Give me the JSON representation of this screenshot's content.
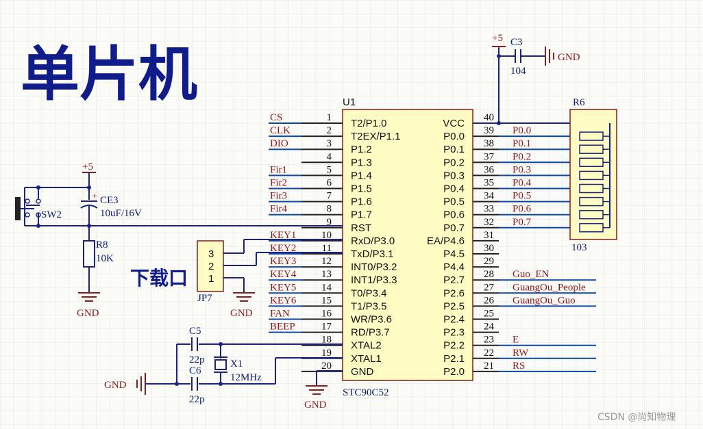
{
  "title": "单片机",
  "download_label": "下载口",
  "watermark": "CSDN @尚知物理",
  "chip": {
    "ref": "U1",
    "part": "STC90C52",
    "left_pins": [
      {
        "num": "1",
        "name": "T2/P1.0",
        "net": "CS"
      },
      {
        "num": "2",
        "name": "T2EX/P1.1",
        "net": "CLK"
      },
      {
        "num": "3",
        "name": "P1.2",
        "net": "DIO"
      },
      {
        "num": "4",
        "name": "P1.3",
        "net": ""
      },
      {
        "num": "5",
        "name": "P1.4",
        "net": "Fir1"
      },
      {
        "num": "6",
        "name": "P1.5",
        "net": "Fir2"
      },
      {
        "num": "7",
        "name": "P1.6",
        "net": "Fir3"
      },
      {
        "num": "8",
        "name": "P1.7",
        "net": "Fir4"
      },
      {
        "num": "9",
        "name": "RST",
        "net": ""
      },
      {
        "num": "10",
        "name": "RxD/P3.0",
        "net": "KEY1"
      },
      {
        "num": "11",
        "name": "TxD/P3.1",
        "net": "KEY2"
      },
      {
        "num": "12",
        "name": "INT0/P3.2",
        "net": "KEY3"
      },
      {
        "num": "13",
        "name": "INT1/P3.3",
        "net": "KEY4"
      },
      {
        "num": "14",
        "name": "T0/P3.4",
        "net": "KEY5"
      },
      {
        "num": "15",
        "name": "T1/P3.5",
        "net": "KEY6"
      },
      {
        "num": "16",
        "name": "WR/P3.6",
        "net": "FAN"
      },
      {
        "num": "17",
        "name": "RD/P3.7",
        "net": "BEEP"
      },
      {
        "num": "18",
        "name": "XTAL2",
        "net": ""
      },
      {
        "num": "19",
        "name": "XTAL1",
        "net": ""
      },
      {
        "num": "20",
        "name": "GND",
        "net": ""
      }
    ],
    "right_pins": [
      {
        "num": "40",
        "name": "VCC",
        "net": ""
      },
      {
        "num": "39",
        "name": "P0.0",
        "net": "P0.0"
      },
      {
        "num": "38",
        "name": "P0.1",
        "net": "P0.1"
      },
      {
        "num": "37",
        "name": "P0.2",
        "net": "P0.2"
      },
      {
        "num": "36",
        "name": "P0.3",
        "net": "P0.3"
      },
      {
        "num": "35",
        "name": "P0.4",
        "net": "P0.4"
      },
      {
        "num": "34",
        "name": "P0.5",
        "net": "P0.5"
      },
      {
        "num": "33",
        "name": "P0.6",
        "net": "P0.6"
      },
      {
        "num": "32",
        "name": "P0.7",
        "net": "P0.7"
      },
      {
        "num": "31",
        "name": "EA/P4.6",
        "net": ""
      },
      {
        "num": "30",
        "name": "P4.5",
        "net": ""
      },
      {
        "num": "29",
        "name": "P4.4",
        "net": ""
      },
      {
        "num": "28",
        "name": "P2.7",
        "net": "Guo_EN"
      },
      {
        "num": "27",
        "name": "P2.6",
        "net": "GuangOu_People"
      },
      {
        "num": "26",
        "name": "P2.5",
        "net": "GuangOu_Guo"
      },
      {
        "num": "25",
        "name": "P2.4",
        "net": ""
      },
      {
        "num": "24",
        "name": "P2.3",
        "net": ""
      },
      {
        "num": "23",
        "name": "P2.2",
        "net": "E"
      },
      {
        "num": "22",
        "name": "P2.1",
        "net": "RW"
      },
      {
        "num": "21",
        "name": "P2.0",
        "net": "RS"
      }
    ]
  },
  "components": {
    "c3": {
      "ref": "C3",
      "value": "104"
    },
    "r6": {
      "ref": "R6",
      "value": "103"
    },
    "ce3": {
      "ref": "CE3",
      "value": "10uF/16V"
    },
    "sw2": {
      "ref": "SW2"
    },
    "r8": {
      "ref": "R8",
      "value": "10K"
    },
    "jp7": {
      "ref": "JP7",
      "pins": [
        "3",
        "2",
        "1"
      ]
    },
    "c5": {
      "ref": "C5",
      "value": "22p"
    },
    "c6": {
      "ref": "C6",
      "value": "22p"
    },
    "x1": {
      "ref": "X1",
      "value": "12MHz"
    }
  },
  "power": {
    "vcc": "+5",
    "gnd": "GND"
  }
}
